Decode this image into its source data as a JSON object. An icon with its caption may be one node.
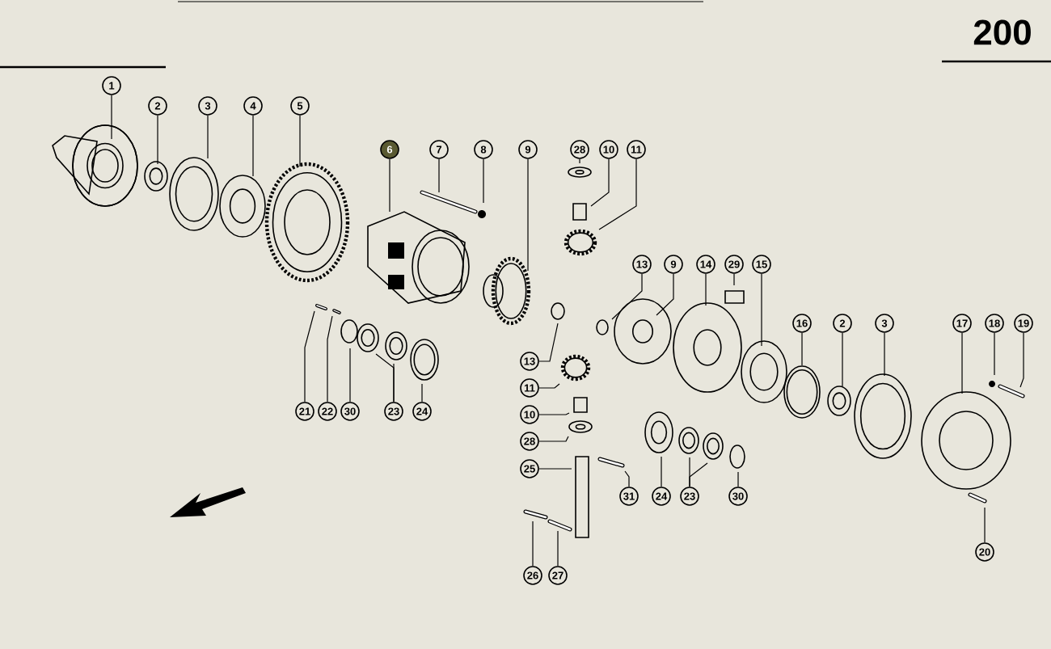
{
  "diagram": {
    "nodes": [
      {
        "text": [
          "1"
        ]
      },
      {
        "text": [
          "2"
        ]
      },
      {
        "text": [
          "3"
        ]
      },
      {
        "text": [
          "4"
        ]
      },
      {
        "text": [
          "5"
        ]
      },
      {
        "text": [
          "6"
        ]
      },
      {
        "text": [
          "7"
        ]
      },
      {
        "text": [
          "8"
        ]
      },
      {
        "text": [
          "9"
        ]
      },
      {
        "text": [
          "28"
        ]
      },
      {
        "text": [
          "10"
        ]
      },
      {
        "text": [
          "11"
        ]
      },
      {
        "text": [
          "13"
        ]
      },
      {
        "text": [
          "9"
        ]
      },
      {
        "text": [
          "14"
        ]
      },
      {
        "text": [
          "29"
        ]
      },
      {
        "text": [
          "15"
        ]
      },
      {
        "text": [
          "16"
        ]
      },
      {
        "text": [
          "2"
        ]
      },
      {
        "text": [
          "3"
        ]
      },
      {
        "text": [
          "17"
        ]
      },
      {
        "text": [
          "18"
        ]
      },
      {
        "text": [
          "19"
        ]
      },
      {
        "text": [
          "21"
        ]
      },
      {
        "text": [
          "22"
        ]
      },
      {
        "text": [
          "30"
        ]
      },
      {
        "text": [
          "23"
        ]
      },
      {
        "text": [
          "24"
        ]
      },
      {
        "text": [
          "13"
        ]
      },
      {
        "text": [
          "11"
        ]
      },
      {
        "text": [
          "10"
        ]
      },
      {
        "text": [
          "28"
        ]
      },
      {
        "text": [
          "25"
        ]
      },
      {
        "text": [
          "31"
        ]
      },
      {
        "text": [
          "24"
        ]
      },
      {
        "text": [
          "23"
        ]
      },
      {
        "text": [
          "30"
        ]
      },
      {
        "text": [
          "26"
        ]
      },
      {
        "text": [
          "27"
        ]
      },
      {
        "text": [
          "20"
        ]
      }
    ],
    "edges": [
      {
        "from": 0,
        "to": null,
        "arrow": "none"
      },
      {
        "from": 1,
        "to": null,
        "arrow": "none"
      },
      {
        "from": 2,
        "to": null,
        "arrow": "none"
      },
      {
        "from": 3,
        "to": null,
        "arrow": "none"
      },
      {
        "from": 4,
        "to": null,
        "arrow": "none"
      },
      {
        "from": 5,
        "to": null,
        "arrow": "none"
      },
      {
        "from": 6,
        "to": null,
        "arrow": "none"
      },
      {
        "from": 7,
        "to": null,
        "arrow": "none"
      },
      {
        "from": 8,
        "to": null,
        "arrow": "none"
      },
      {
        "from": 9,
        "to": null,
        "arrow": "none"
      },
      {
        "from": 10,
        "to": null,
        "arrow": "none"
      },
      {
        "from": 11,
        "to": null,
        "arrow": "none"
      },
      {
        "from": 12,
        "to": null,
        "arrow": "none"
      },
      {
        "from": 13,
        "to": null,
        "arrow": "none"
      },
      {
        "from": 14,
        "to": null,
        "arrow": "none"
      },
      {
        "from": 15,
        "to": null,
        "arrow": "none"
      },
      {
        "from": 16,
        "to": null,
        "arrow": "none"
      },
      {
        "from": 17,
        "to": null,
        "arrow": "none"
      },
      {
        "from": 18,
        "to": null,
        "arrow": "none"
      },
      {
        "from": 19,
        "to": null,
        "arrow": "none"
      },
      {
        "from": 20,
        "to": null,
        "arrow": "none"
      },
      {
        "from": 21,
        "to": null,
        "arrow": "none"
      },
      {
        "from": 22,
        "to": null,
        "arrow": "none"
      },
      {
        "from": 23,
        "to": null,
        "arrow": "none"
      },
      {
        "from": 24,
        "to": null,
        "arrow": "none"
      },
      {
        "from": 25,
        "to": null,
        "arrow": "none"
      },
      {
        "from": 26,
        "to": null,
        "arrow": "none"
      },
      {
        "from": 27,
        "to": null,
        "arrow": "none"
      },
      {
        "from": 28,
        "to": null,
        "arrow": "none"
      },
      {
        "from": 29,
        "to": null,
        "arrow": "none"
      },
      {
        "from": 30,
        "to": null,
        "arrow": "none"
      },
      {
        "from": 31,
        "to": null,
        "arrow": "none"
      },
      {
        "from": 32,
        "to": null,
        "arrow": "none"
      },
      {
        "from": 33,
        "to": null,
        "arrow": "none"
      },
      {
        "from": 34,
        "to": null,
        "arrow": "none"
      },
      {
        "from": 35,
        "to": null,
        "arrow": "none"
      },
      {
        "from": 36,
        "to": null,
        "arrow": "none"
      },
      {
        "from": 37,
        "to": null,
        "arrow": "none"
      },
      {
        "from": 38,
        "to": null,
        "arrow": "none"
      },
      {
        "from": 39,
        "to": null,
        "arrow": "none"
      },
      {
        "from": 26,
        "to": null,
        "arrow": "none"
      },
      {
        "from": 35,
        "to": null,
        "arrow": "none"
      }
    ],
    "labels": [
      "200"
    ]
  }
}
